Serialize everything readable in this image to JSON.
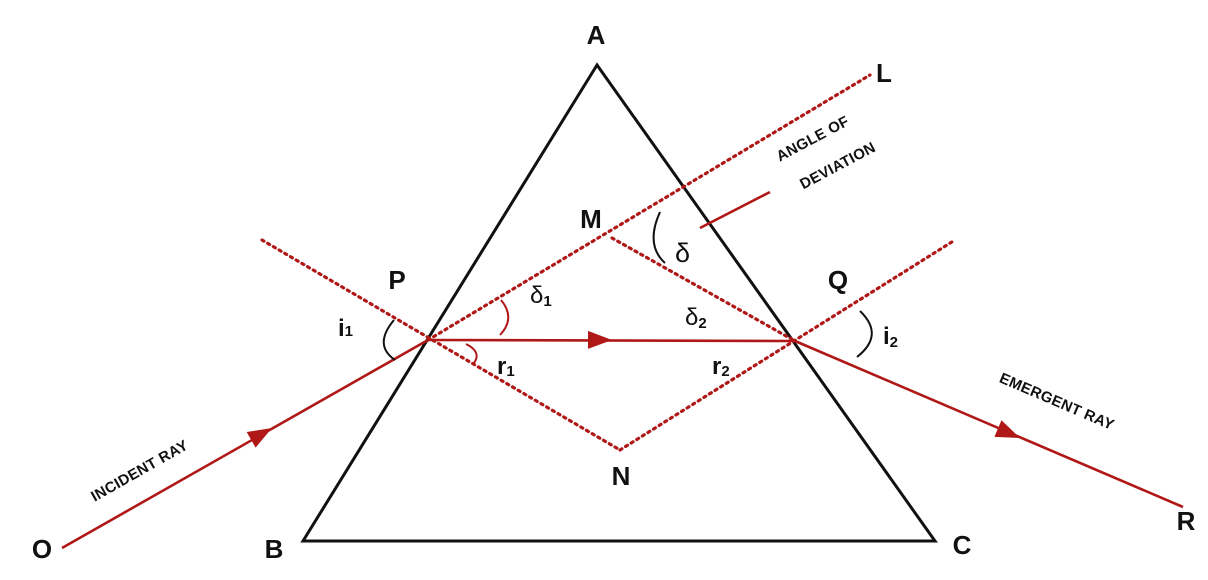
{
  "points": {
    "A": "A",
    "B": "B",
    "C": "C",
    "P": "P",
    "Q": "Q",
    "M": "M",
    "N": "N",
    "L": "L",
    "O": "O",
    "R": "R"
  },
  "angles": {
    "i1": {
      "main": "i",
      "sub": "1"
    },
    "i2": {
      "main": "i",
      "sub": "2"
    },
    "r1": {
      "main": "r",
      "sub": "1"
    },
    "r2": {
      "main": "r",
      "sub": "2"
    },
    "delta": {
      "main": "δ"
    },
    "delta1": {
      "main": "δ",
      "sub": "1"
    },
    "delta2": {
      "main": "δ",
      "sub": "2"
    }
  },
  "captions": {
    "incident_ray": "INCIDENT RAY",
    "emergent_ray": "EMERGENT RAY",
    "angle_of_deviation_line1": "ANGLE OF",
    "angle_of_deviation_line2": "DEVIATION"
  },
  "colors": {
    "ray": "#b01818",
    "prism": "#111111",
    "background": "#ffffff"
  }
}
